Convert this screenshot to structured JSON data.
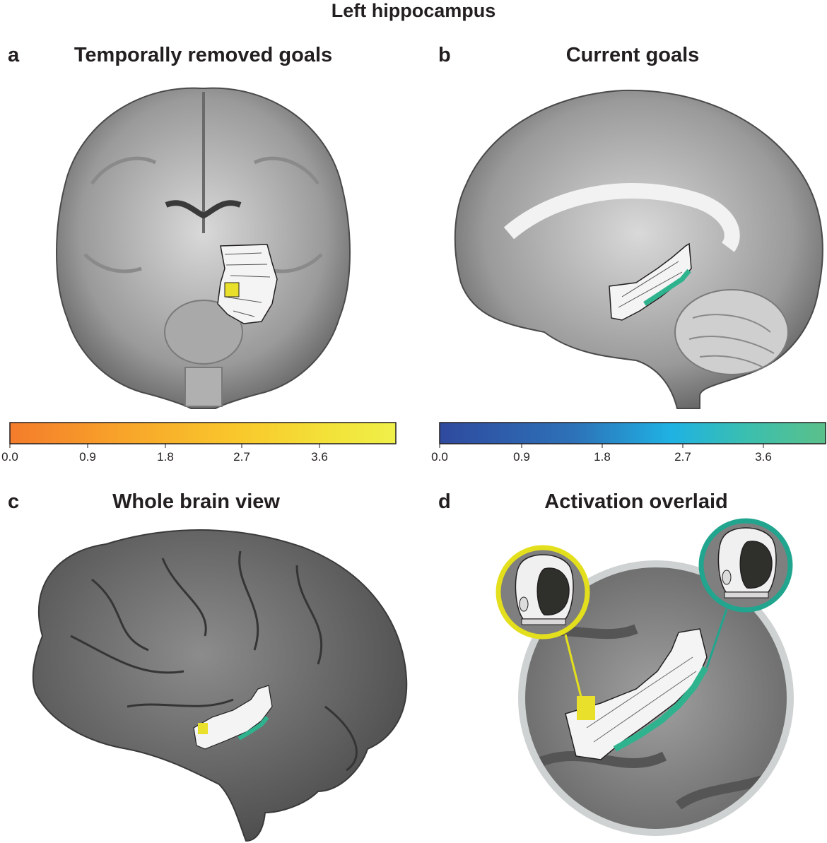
{
  "figure_title": "Left hippocampus",
  "panels": {
    "a": {
      "letter": "a",
      "title": "Temporally removed goals"
    },
    "b": {
      "letter": "b",
      "title": "Current goals"
    },
    "c": {
      "letter": "c",
      "title": "Whole brain view"
    },
    "d": {
      "letter": "d",
      "title": "Activation overlaid"
    }
  },
  "colorbars": {
    "left": {
      "ticks": [
        "0.0",
        "0.9",
        "1.8",
        "2.7",
        "3.6"
      ],
      "gradient": [
        "#f47c2b",
        "#f8a52a",
        "#f9c92c",
        "#f2e43a",
        "#eff04a"
      ]
    },
    "right": {
      "ticks": [
        "0.0",
        "0.9",
        "1.8",
        "2.7",
        "3.6"
      ],
      "gradient": [
        "#2f4a9e",
        "#2d72b8",
        "#1fb2e3",
        "#3bbfae",
        "#5bc08a"
      ]
    }
  },
  "colors": {
    "temporally_removed": "#e8e02a",
    "current": "#2fb38e",
    "yellow_ring": "#e4df1d",
    "teal_ring": "#21a58e",
    "outline": "#231f20"
  },
  "icons": [
    "astronaut-helmet-icon",
    "astronaut-helmet-icon"
  ]
}
